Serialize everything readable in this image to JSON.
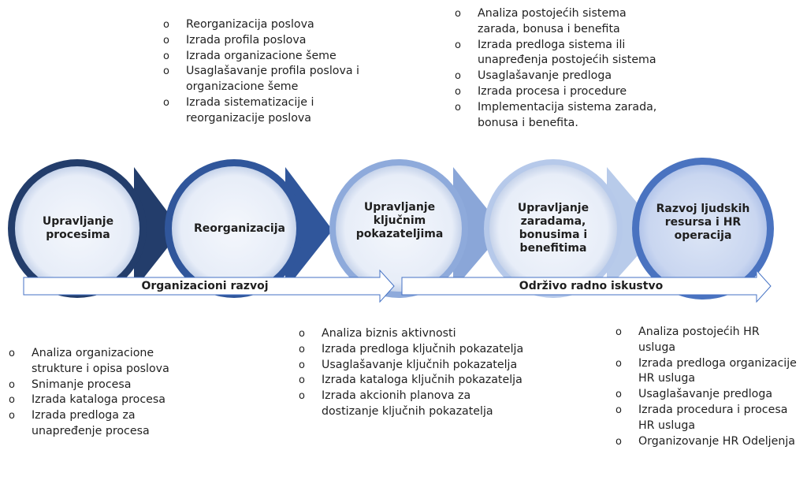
{
  "stages": [
    {
      "label": "Upravljanje procesima"
    },
    {
      "label": "Reorganizacija"
    },
    {
      "label": "Upravljanje ključnim pokazateljima"
    },
    {
      "label": "Upravljanje zaradama, bonusima i benefitima"
    },
    {
      "label": "Razvoj ljudskih resursa i HR operacija"
    }
  ],
  "bars": {
    "left": "Organizacioni razvoj",
    "right": "Održivo radno iskustvo"
  },
  "lists": {
    "procesi": [
      "Analiza organizacione strukture i opisa poslova",
      "Snimanje procesa",
      "Izrada kataloga procesa",
      "Izrada predloga za unapređenje procesa"
    ],
    "reorganizacija": [
      "Reorganizacija poslova",
      "Izrada profila poslova",
      "Izrada organizacione šeme",
      "Usaglašavanje profila poslova i organizacione šeme",
      "Izrada sistematizacije i reorganizacije poslova"
    ],
    "kpi": [
      "Analiza biznis aktivnosti",
      "Izrada predloga ključnih pokazatelja",
      "Usaglašavanje ključnih pokazatelja",
      "Izrada kataloga ključnih pokazatelja",
      "Izrada akcionih planova za dostizanje ključnih pokazatelja"
    ],
    "zarade": [
      "Analiza postojećih sistema zarada, bonusa i benefita",
      "Izrada predloga sistema ili unapređenja postojećih sistema",
      "Usaglašavanje predloga",
      "Izrada procesa i procedure",
      "Implementacija sistema zarada, bonusa i benefita."
    ],
    "hr": [
      "Analiza postojećih HR usluga",
      "Izrada predloga organizacije HR usluga",
      "Usaglašavanje predloga",
      "Izrada procedura i procesa HR usluga",
      "Organizovanje HR Odeljenja"
    ]
  },
  "colors": {
    "stage1": "#233d6b",
    "stage2": "#30569b",
    "stage3": "#5b82c4",
    "stage4": "#93b0dc",
    "stage5": "#4a73c0",
    "arrow_outline": "#4472c4"
  }
}
